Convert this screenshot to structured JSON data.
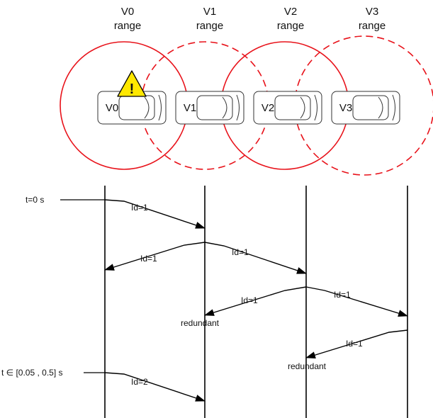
{
  "colors": {
    "range_circle": "#e8121a",
    "line": "#000000",
    "warning_fill": "#ffe800",
    "car_outline": "#333333"
  },
  "vehicles": [
    {
      "name": "V0",
      "range_line1": "V0",
      "range_line2": "range",
      "range_style": "solid",
      "has_warning": true
    },
    {
      "name": "V1",
      "range_line1": "V1",
      "range_line2": "range",
      "range_style": "dashed",
      "has_warning": false
    },
    {
      "name": "V2",
      "range_line1": "V2",
      "range_line2": "range",
      "range_style": "solid",
      "has_warning": false
    },
    {
      "name": "V3",
      "range_line1": "V3",
      "range_line2": "range",
      "range_style": "dashed",
      "has_warning": false
    }
  ],
  "warning_icon": {
    "name": "warning-icon",
    "glyph": "!"
  },
  "timeline": {
    "t0": "t=0 s",
    "t1": "t ∈ [0.05 , 0.5] s"
  },
  "messages": [
    {
      "from": "V0",
      "to": "V1",
      "label": "Id=1"
    },
    {
      "from": "V1",
      "to": "V0",
      "label": "Id=1"
    },
    {
      "from": "V1",
      "to": "V2",
      "label": "Id=1"
    },
    {
      "from": "V2",
      "to": "V1",
      "label": "Id=1"
    },
    {
      "from": "V2",
      "to": "V3",
      "label": "Id=1"
    },
    {
      "from": "V3",
      "to": "V2",
      "label": "Id=1"
    },
    {
      "from": "V0",
      "to": "V1",
      "label": "Id=2"
    }
  ],
  "notes": {
    "redundant_v1": "redundant",
    "redundant_v2": "redundant"
  }
}
